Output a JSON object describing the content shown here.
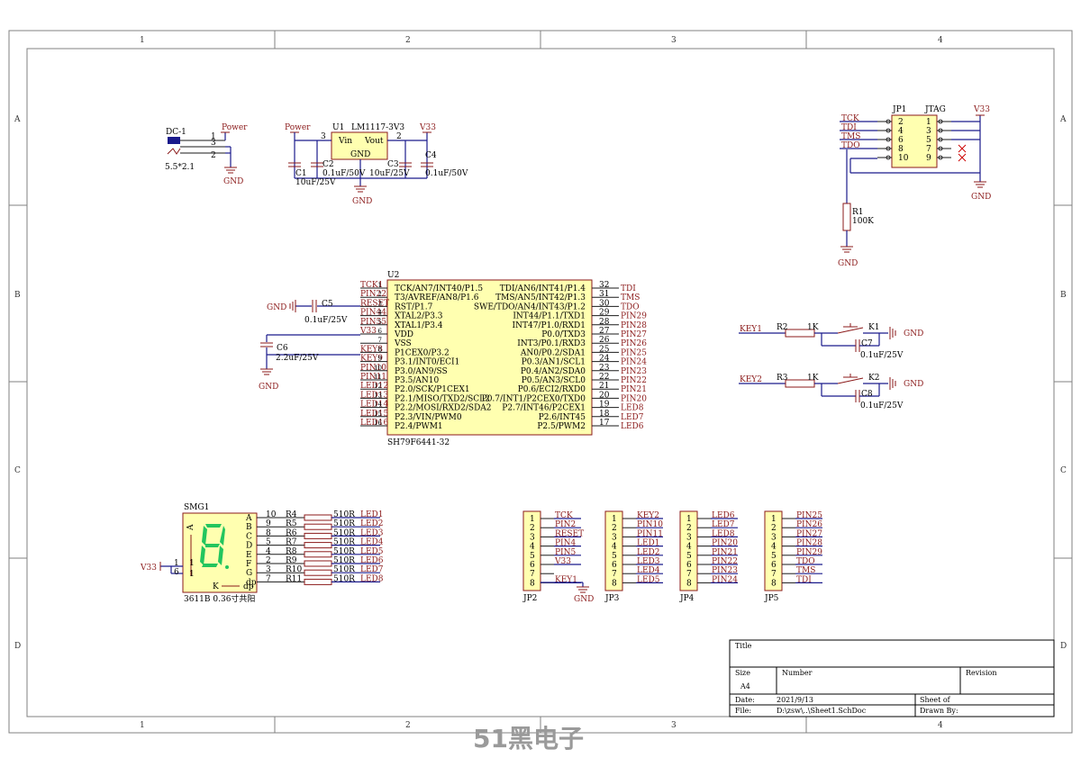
{
  "zones": {
    "cols": [
      "1",
      "2",
      "3",
      "4"
    ],
    "rows": [
      "A",
      "B",
      "C",
      "D"
    ]
  },
  "dc_jack": {
    "ref": "DC-1",
    "value": "5.5*2.1",
    "power": "Power",
    "gnd": "GND",
    "pins": [
      "1",
      "3",
      "2"
    ]
  },
  "regulator": {
    "ref": "U1",
    "part": "LM1117-3V3",
    "vin": "Vin",
    "vout": "Vout",
    "gnd_pin": "GND",
    "pin_in": "3",
    "pin_out": "2",
    "power_in": "Power",
    "power_out": "V33",
    "gnd": "GND",
    "caps": [
      {
        "ref": "C1",
        "value": "10uF/25V"
      },
      {
        "ref": "C2",
        "value": "0.1uF/50V"
      },
      {
        "ref": "C3",
        "value": "10uF/25V"
      },
      {
        "ref": "C4",
        "value": "0.1uF/50V"
      }
    ]
  },
  "jtag": {
    "ref": "JP1",
    "name": "JTAG",
    "power": "V33",
    "gnd": "GND",
    "nets": [
      "TCK",
      "TDI",
      "TMS",
      "TDO"
    ],
    "left_pins": [
      "2",
      "4",
      "6",
      "8",
      "10"
    ],
    "right_pins": [
      "1",
      "3",
      "5",
      "7",
      "9"
    ],
    "resistor": {
      "ref": "R1",
      "value": "100K"
    },
    "r_gnd": "GND"
  },
  "mcu": {
    "ref": "U2",
    "part": "SH79F6441-32",
    "left": [
      {
        "net": "TCK1",
        "pin": "1",
        "name": "TCK/AN7/INT40/P1.5"
      },
      {
        "net": "PIN22",
        "pin": "2",
        "name": "T3/AVREF/AN8/P1.6"
      },
      {
        "net": "RESET",
        "pin": "3",
        "name": "RST/P1.7"
      },
      {
        "net": "PIN44",
        "pin": "4",
        "name": "XTAL2/P3.3"
      },
      {
        "net": "PIN55",
        "pin": "5",
        "name": "XTAL1/P3.4"
      },
      {
        "net": "V33",
        "pin": "6",
        "name": "VDD"
      },
      {
        "net": "",
        "pin": "7",
        "name": "VSS"
      },
      {
        "net": "KEY8",
        "pin": "8",
        "name": "P1CEX0/P3.2"
      },
      {
        "net": "KEY9",
        "pin": "9",
        "name": "P3.1/INT0/ECI1"
      },
      {
        "net": "PIN10",
        "pin": "10",
        "name": "P3.0/AN9/SS"
      },
      {
        "net": "PIN11",
        "pin": "11",
        "name": "P3.5/AN10"
      },
      {
        "net": "LED12",
        "pin": "12",
        "name": "P2.0/SCK/P1CEX1"
      },
      {
        "net": "LED13",
        "pin": "13",
        "name": "P2.1/MISO/TXD2/SCL2"
      },
      {
        "net": "LED14",
        "pin": "14",
        "name": "P2.2/MOSI/RXD2/SDA2"
      },
      {
        "net": "LED15",
        "pin": "15",
        "name": "P2.3/VIN/PWM0"
      },
      {
        "net": "LED16",
        "pin": "16",
        "name": "P2.4/PWM1"
      }
    ],
    "right": [
      {
        "net": "TDI",
        "pin": "32",
        "name": "TDI/AN6/INT41/P1.4"
      },
      {
        "net": "TMS",
        "pin": "31",
        "name": "TMS/AN5/INT42/P1.3"
      },
      {
        "net": "TDO",
        "pin": "30",
        "name": "SWE/TDO/AN4/INT43/P1.2"
      },
      {
        "net": "PIN29",
        "pin": "29",
        "name": "INT44/P1.1/TXD1"
      },
      {
        "net": "PIN28",
        "pin": "28",
        "name": "INT47/P1.0/RXD1"
      },
      {
        "net": "PIN27",
        "pin": "27",
        "name": "P0.0/TXD3"
      },
      {
        "net": "PIN26",
        "pin": "26",
        "name": "INT3/P0.1/RXD3"
      },
      {
        "net": "PIN25",
        "pin": "25",
        "name": "AN0/P0.2/SDA1"
      },
      {
        "net": "PIN24",
        "pin": "24",
        "name": "P0.3/AN1/SCL1"
      },
      {
        "net": "PIN23",
        "pin": "23",
        "name": "P0.4/AN2/SDA0"
      },
      {
        "net": "PIN22",
        "pin": "22",
        "name": "P0.5/AN3/SCL0"
      },
      {
        "net": "PIN21",
        "pin": "21",
        "name": "P0.6/ECI2/RXD0"
      },
      {
        "net": "PIN20",
        "pin": "20",
        "name": "P0.7/INT1/P2CEX0/TXD0"
      },
      {
        "net": "LED8",
        "pin": "19",
        "name": "P2.7/INT46/P2CEX1"
      },
      {
        "net": "LED7",
        "pin": "18",
        "name": "P2.6/INT45"
      },
      {
        "net": "LED6",
        "pin": "17",
        "name": "P2.5/PWM2"
      }
    ],
    "c5": {
      "ref": "C5",
      "value": "0.1uF/25V",
      "gnd": "GND"
    },
    "c6": {
      "ref": "C6",
      "value": "2.2uF/25V",
      "gnd": "GND"
    }
  },
  "keys": [
    {
      "net": "KEY1",
      "r_ref": "R2",
      "r_val": "1K",
      "sw": "K1",
      "c_ref": "C7",
      "c_val": "0.1uF/25V",
      "gnd": "GND"
    },
    {
      "net": "KEY2",
      "r_ref": "R3",
      "r_val": "1K",
      "sw": "K2",
      "c_ref": "C8",
      "c_val": "0.1uF/25V",
      "gnd": "GND"
    }
  ],
  "seg": {
    "ref": "SMG1",
    "part": "3611B 0.36寸共阳",
    "power": "V33",
    "k_label": "K",
    "dp": "dp",
    "com_pins": [
      "1",
      "6"
    ],
    "com_inner": [
      "1",
      "1"
    ],
    "segments": [
      {
        "pin": "10",
        "seg": "A",
        "r": "R4",
        "v": "510R",
        "net": "LED1"
      },
      {
        "pin": "9",
        "seg": "B",
        "r": "R5",
        "v": "510R",
        "net": "LED2"
      },
      {
        "pin": "8",
        "seg": "C",
        "r": "R6",
        "v": "510R",
        "net": "LED3"
      },
      {
        "pin": "5",
        "seg": "D",
        "r": "R7",
        "v": "510R",
        "net": "LED4"
      },
      {
        "pin": "4",
        "seg": "E",
        "r": "R8",
        "v": "510R",
        "net": "LED5"
      },
      {
        "pin": "2",
        "seg": "F",
        "r": "R9",
        "v": "510R",
        "net": "LED6"
      },
      {
        "pin": "3",
        "seg": "G",
        "r": "R10",
        "v": "510R",
        "net": "LED7"
      },
      {
        "pin": "7",
        "seg": "dp",
        "r": "R11",
        "v": "510R",
        "net": "LED8"
      }
    ]
  },
  "headers": [
    {
      "ref": "JP2",
      "pins": [
        "1",
        "2",
        "3",
        "4",
        "5",
        "6",
        "7",
        "8"
      ],
      "nets": [
        "TCK",
        "PIN2",
        "RESET",
        "PIN4",
        "PIN5",
        "V33",
        "",
        "KEY1"
      ],
      "gnd": "GND"
    },
    {
      "ref": "JP3",
      "pins": [
        "1",
        "2",
        "3",
        "4",
        "5",
        "6",
        "7",
        "8"
      ],
      "nets": [
        "KEY2",
        "PIN10",
        "PIN11",
        "LED1",
        "LED2",
        "LED3",
        "LED4",
        "LED5"
      ],
      "gnd": ""
    },
    {
      "ref": "JP4",
      "pins": [
        "1",
        "2",
        "3",
        "4",
        "5",
        "6",
        "7",
        "8"
      ],
      "nets": [
        "LED6",
        "LED7",
        "LED8",
        "PIN20",
        "PIN21",
        "PIN22",
        "PIN23",
        "PIN24"
      ],
      "gnd": ""
    },
    {
      "ref": "JP5",
      "pins": [
        "1",
        "2",
        "3",
        "4",
        "5",
        "6",
        "7",
        "8"
      ],
      "nets": [
        "PIN25",
        "PIN26",
        "PIN27",
        "PIN28",
        "PIN29",
        "TDO",
        "TMS",
        "TDI"
      ],
      "gnd": ""
    }
  ],
  "title_block": {
    "title_label": "Title",
    "size_label": "Size",
    "size_value": "A4",
    "number_label": "Number",
    "revision_label": "Revision",
    "date_label": "Date:",
    "date_value": "2021/9/13",
    "file_label": "File:",
    "file_value": "D:\\zsw\\..\\Sheet1.SchDoc",
    "sheet_label": "Sheet   of",
    "drawn_label": "Drawn By:"
  },
  "watermark": "51黑电子"
}
